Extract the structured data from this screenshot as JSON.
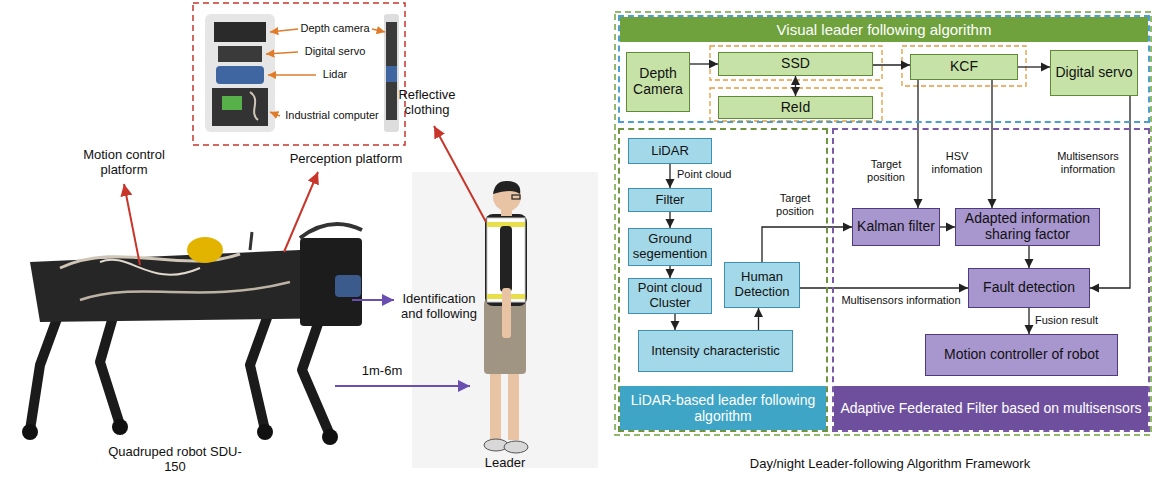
{
  "diagram": {
    "caption": "Day/night Leader-following Algorithm Framework",
    "nodes": [
      {
        "text": [
          "Visual leader following algorithm"
        ]
      },
      {
        "text": [
          "Depth Camera"
        ],
        "in": 0
      },
      {
        "text": [
          "SSD"
        ],
        "in": 0
      },
      {
        "text": [
          "ReId"
        ],
        "in": 0
      },
      {
        "text": [
          "KCF"
        ],
        "in": 0
      },
      {
        "text": [
          "Digital servo"
        ],
        "in": 0
      },
      {
        "text": [
          "LiDAR-based leader following algorithm"
        ]
      },
      {
        "text": [
          "LiDAR"
        ],
        "in": 6
      },
      {
        "text": [
          "Filter"
        ],
        "in": 6
      },
      {
        "text": [
          "Ground segemention"
        ],
        "in": 6
      },
      {
        "text": [
          "Point cloud Cluster"
        ],
        "in": 6
      },
      {
        "text": [
          "Intensity characteristic"
        ],
        "in": 6
      },
      {
        "text": [
          "Human Detection"
        ],
        "in": 6
      },
      {
        "text": [
          "Adaptive Federated Filter based on multisensors"
        ]
      },
      {
        "text": [
          "Kalman filter"
        ],
        "in": 13
      },
      {
        "text": [
          "Adapted information sharing factor"
        ],
        "in": 13
      },
      {
        "text": [
          "Fault detection"
        ],
        "in": 13
      },
      {
        "text": [
          "Motion controller of robot"
        ],
        "in": 13
      }
    ],
    "edges": [
      {
        "from": 1,
        "to": 2,
        "arrow": "to"
      },
      {
        "from": 2,
        "to": 3,
        "arrow": "both"
      },
      {
        "from": 2,
        "to": 4,
        "arrow": "to"
      },
      {
        "from": 4,
        "to": 5,
        "arrow": "to"
      },
      {
        "from": 4,
        "to": 14,
        "label": "Target position",
        "arrow": "to"
      },
      {
        "from": 4,
        "to": 15,
        "label": "HSV infomation",
        "arrow": "to"
      },
      {
        "from": 5,
        "to": 16,
        "label": "Multisensors information",
        "arrow": "to"
      },
      {
        "from": 7,
        "to": 8,
        "label": "Point cloud",
        "arrow": "to"
      },
      {
        "from": 8,
        "to": 9,
        "arrow": "to"
      },
      {
        "from": 9,
        "to": 10,
        "arrow": "to"
      },
      {
        "from": 10,
        "to": 11,
        "arrow": "to"
      },
      {
        "from": 11,
        "to": 12,
        "arrow": "to"
      },
      {
        "from": 12,
        "to": 14,
        "label": "Target position",
        "arrow": "to"
      },
      {
        "from": 12,
        "to": 16,
        "label": "Multisensors information",
        "arrow": "to"
      },
      {
        "from": 14,
        "to": 15,
        "arrow": "to"
      },
      {
        "from": 15,
        "to": 16,
        "arrow": "to"
      },
      {
        "from": 16,
        "to": 17,
        "label": "Fusion result",
        "arrow": "to"
      }
    ],
    "labels": [
      "Depth camera",
      "Digital servo",
      "Lidar",
      "Industrial computer",
      "Reflective clothing",
      "Motion control platform",
      "Perception platform",
      "Identification and following",
      "1m-6m",
      "Quadruped robot SDU-150",
      "Leader"
    ]
  }
}
